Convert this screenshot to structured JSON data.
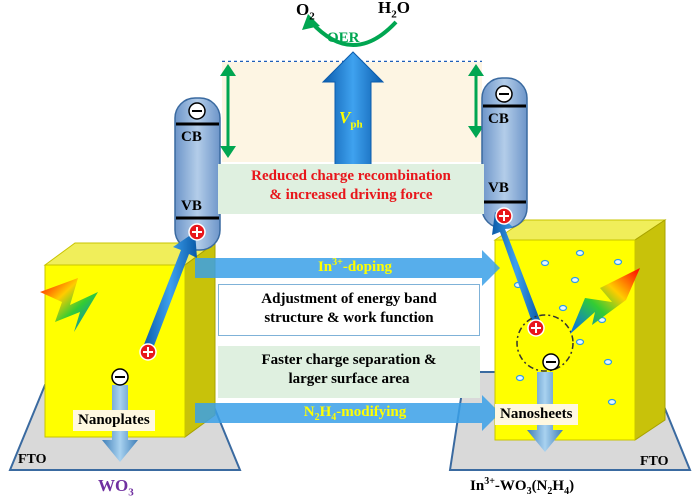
{
  "top": {
    "o2": "O",
    "o2_sub": "2",
    "h2o_h": "H",
    "h2o_sub": "2",
    "h2o_o": "O",
    "oer": "OER",
    "vph_v": "V",
    "vph_sub": "ph"
  },
  "bands": {
    "cb": "CB",
    "vb": "VB"
  },
  "boxes": {
    "recombination_line1": "Reduced charge recombination",
    "recombination_line2": "& increased driving force",
    "doping_prefix": "In",
    "doping_sup": "3+",
    "doping_suffix": "-doping",
    "adjustment_line1": "Adjustment of energy band",
    "adjustment_line2": "structure & work function",
    "separation_line1": "Faster charge separation &",
    "separation_line2": "larger surface area",
    "modify_prefix": "N",
    "modify_sub": "2",
    "modify_mid": "H",
    "modify_sub2": "4",
    "modify_suffix": "-modifying"
  },
  "left": {
    "morphology": "Nanoplates",
    "substrate": "FTO",
    "material_prefix": "WO",
    "material_sub": "3"
  },
  "right": {
    "morphology": "Nanosheets",
    "substrate": "FTO",
    "material_prefix": "In",
    "material_sup": "3+",
    "material_mid": "-WO",
    "material_sub": "3",
    "material_paren_open": "(N",
    "material_sub2": "2",
    "material_h": "H",
    "material_sub3": "4",
    "material_paren_close": ")"
  },
  "colors": {
    "yellow": "#ffff00",
    "blue_arrow": "#1f7fd4",
    "green": "#00a651",
    "red_text": "#e8161b",
    "purple_text": "#7030a0",
    "band_bg": "#8db3e2"
  }
}
